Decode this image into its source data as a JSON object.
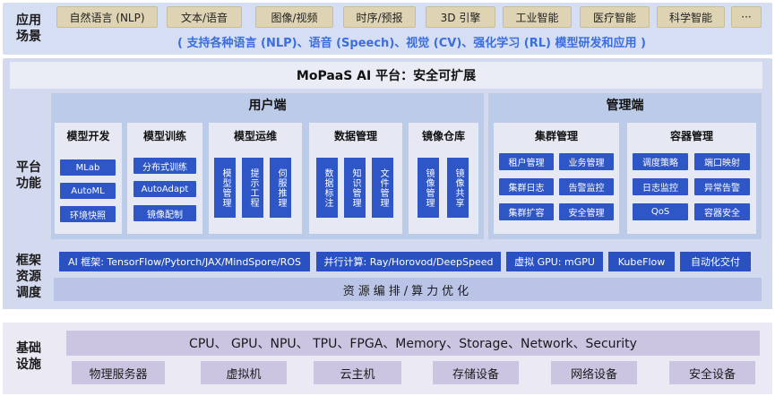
{
  "application": {
    "label_line1": "应用",
    "label_line2": "场景",
    "tags": [
      "自然语言 (NLP)",
      "文本/语音",
      "图像/视频",
      "时序/预报",
      "3D 引擎",
      "工业智能",
      "医疗智能",
      "科学智能",
      "···"
    ],
    "subtitle": "( 支持各种语言 (NLP)、语音 (Speech)、视觉 (CV)、强化学习 (RL) 模型研发和应用 )"
  },
  "platform": {
    "title": "MoPaaS AI 平台：安全可扩展",
    "label_line1": "平台",
    "label_line2": "功能",
    "user_side": {
      "title": "用户端",
      "model_dev": {
        "title": "模型开发",
        "items": [
          "MLab",
          "AutoML",
          "环境快照"
        ]
      },
      "model_train": {
        "title": "模型训练",
        "items": [
          "分布式训练",
          "AutoAdapt",
          "镜像配制"
        ]
      },
      "model_ops": {
        "title": "模型运维",
        "items": [
          "模型管理",
          "提示工程",
          "伺服推理"
        ]
      },
      "data_mgmt": {
        "title": "数据管理",
        "items": [
          "数据标注",
          "知识管理",
          "文件管理"
        ]
      },
      "image_repo": {
        "title": "镜像仓库",
        "items": [
          "镜像管理",
          "镜像共享"
        ]
      }
    },
    "admin_side": {
      "title": "管理端",
      "cluster": {
        "title": "集群管理",
        "items": [
          "租户管理",
          "业务管理",
          "集群日志",
          "告警监控",
          "集群扩容",
          "安全管理"
        ]
      },
      "container": {
        "title": "容器管理",
        "items": [
          "调度策略",
          "端口映射",
          "日志监控",
          "异常告警",
          "QoS",
          "容器安全"
        ]
      }
    }
  },
  "framework": {
    "label_line1": "框架",
    "label_line2": "资源",
    "label_line3": "调度",
    "chips": [
      "AI 框架: TensorFlow/Pytorch/JAX/MindSpore/ROS",
      "并行计算: Ray/Horovod/DeepSpeed",
      "虚拟 GPU: mGPU",
      "KubeFlow",
      "自动化交付"
    ],
    "scheduling": "资源编排/算力优化"
  },
  "infrastructure": {
    "label_line1": "基础",
    "label_line2": "设施",
    "hardware": "CPU、 GPU、NPU、 TPU、FPGA、Memory、Storage、Network、Security",
    "items": [
      "物理服务器",
      "虚拟机",
      "云主机",
      "存储设备",
      "网络设备",
      "安全设备"
    ]
  },
  "colors": {
    "accent_blue": "#2e56c6",
    "subtitle_blue": "#3a6ee0",
    "tag_tan": "#ded3b2",
    "infra_purple": "#ccc5e2"
  }
}
